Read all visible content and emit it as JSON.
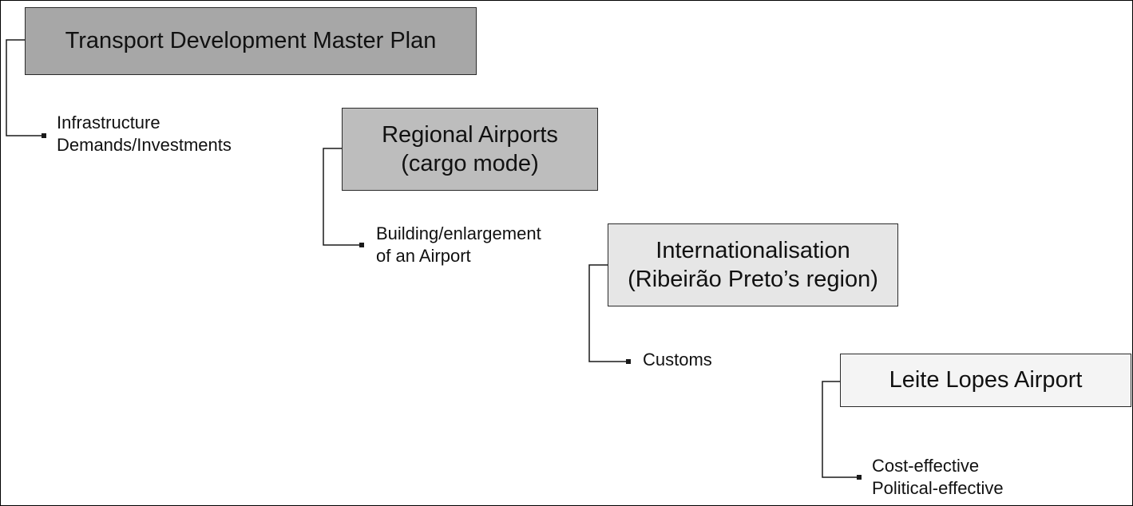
{
  "colors": {
    "level_1_fill": "#a7a7a7",
    "level_2_fill": "#bdbdbd",
    "level_3_fill": "#e6e6e6",
    "level_4_fill": "#f4f4f4",
    "line": "#1a1a1a"
  },
  "levels": [
    {
      "title_lines": [
        "Transport Development Master Plan"
      ],
      "note_lines": [
        "Infrastructure",
        "Demands/Investments"
      ]
    },
    {
      "title_lines": [
        "Regional Airports",
        "(cargo mode)"
      ],
      "note_lines": [
        "Building/enlargement",
        "of an Airport"
      ]
    },
    {
      "title_lines": [
        "Internationalisation",
        "(Ribeirão Preto’s region)"
      ],
      "note_lines": [
        "Customs"
      ]
    },
    {
      "title_lines": [
        "Leite Lopes Airport"
      ],
      "note_lines": [
        "Cost-effective",
        "Political-effective"
      ]
    }
  ]
}
